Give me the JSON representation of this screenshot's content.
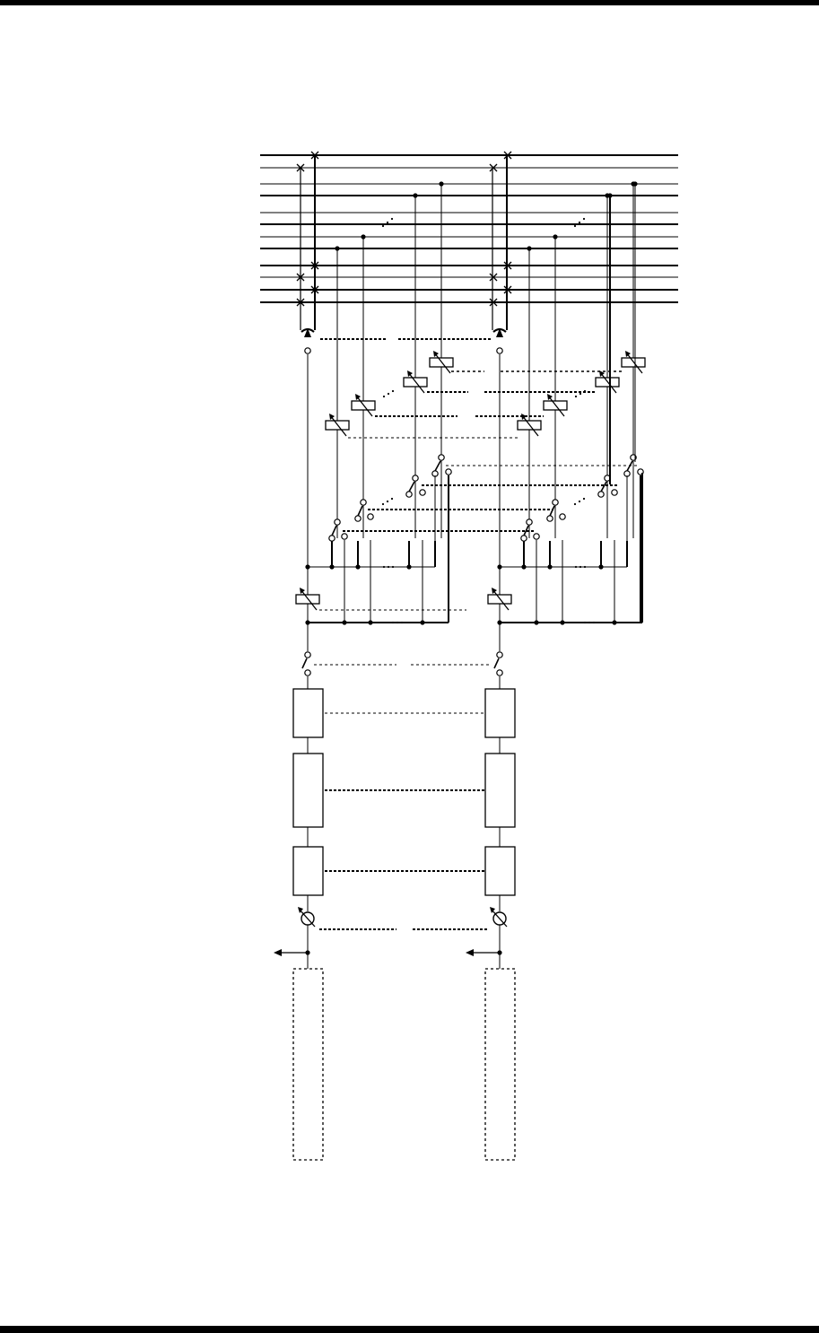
{
  "page": {
    "background": "#ffffff",
    "ink": "#000000"
  },
  "diagram": {
    "type": "signal-flow block diagram",
    "bus_lines": 12,
    "columns": 2,
    "blocks_per_column": 3,
    "icons": [
      "cross-junction-icon",
      "dot-junction-icon",
      "variable-resistor-icon",
      "switch-icon",
      "terminal-circle-icon",
      "meter-icon",
      "arrow-left-icon"
    ]
  }
}
